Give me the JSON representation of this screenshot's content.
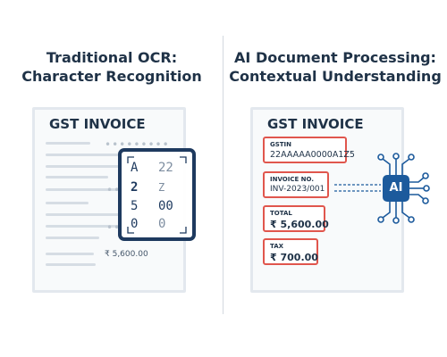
{
  "left_panel": {
    "heading_line1": "Traditional OCR:",
    "heading_line2": "Character Recognition",
    "doc_title": "GST INVOICE",
    "amount": "₹ 5,600.00",
    "ocr_chars": {
      "row1_left": "A",
      "row1_right": "22",
      "row2_left": "2",
      "row2_right": "Z",
      "row3_left": "5",
      "row3_right": "00",
      "row4_left": "0",
      "row4_right": "0"
    }
  },
  "right_panel": {
    "heading_line1": "AI Document Processing:",
    "heading_line2": "Contextual Understanding",
    "doc_title": "GST INVOICE",
    "fields": [
      {
        "label": "GSTIN",
        "value": "22AAAAA0000A1Z5"
      },
      {
        "label": "INVOICE NO.",
        "value": "INV-2023/001"
      },
      {
        "label": "TOTAL",
        "value": "₹ 5,600.00"
      },
      {
        "label": "TAX",
        "value": "₹ 700.00"
      }
    ],
    "ai_label": "AI"
  },
  "colors": {
    "navy": "#1e3a5f",
    "accent_red": "#e0564d",
    "ai_blue": "#1c5a9c",
    "paper": "#f8fafb"
  }
}
